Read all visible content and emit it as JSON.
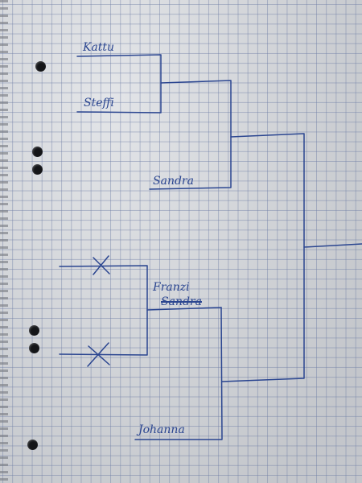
{
  "bracket": {
    "round1": [
      {
        "name": "Kattu"
      },
      {
        "name": "Steffi"
      }
    ],
    "winner_top": {
      "name": "Sandra"
    },
    "lower": {
      "winner": {
        "name": "Franzi"
      },
      "crossed_out": {
        "name": "Sandra"
      },
      "opponent": {
        "name": "Johanna"
      }
    }
  },
  "icons": [
    "punch-hole-icon",
    "cross-mark-icon"
  ]
}
